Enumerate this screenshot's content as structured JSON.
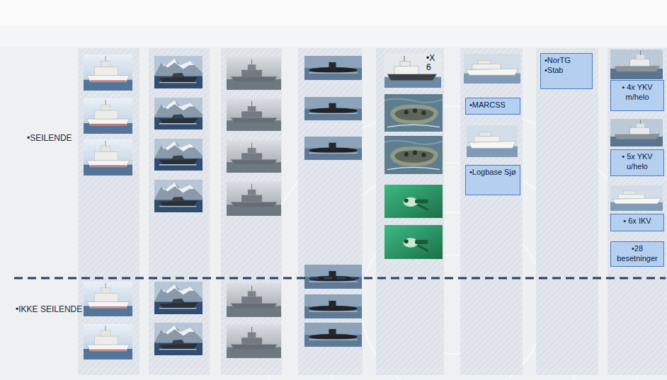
{
  "diagram": {
    "nodes": [
      {
        "text": [
          "•MARCSS"
        ]
      },
      {
        "text": [
          "•Logbase Sjø"
        ]
      },
      {
        "text": [
          "•NorTG",
          "•Stab"
        ]
      },
      {
        "text": [
          "• 4x YKV m/helo"
        ]
      },
      {
        "text": [
          "• 5x YKV u/helo"
        ]
      },
      {
        "text": [
          "• 6x IKV"
        ]
      },
      {
        "text": [
          "•28 besetninger"
        ]
      }
    ],
    "labels": [
      "•SEILENDE",
      "•IKKE SEILENDE",
      "•X 6"
    ]
  }
}
